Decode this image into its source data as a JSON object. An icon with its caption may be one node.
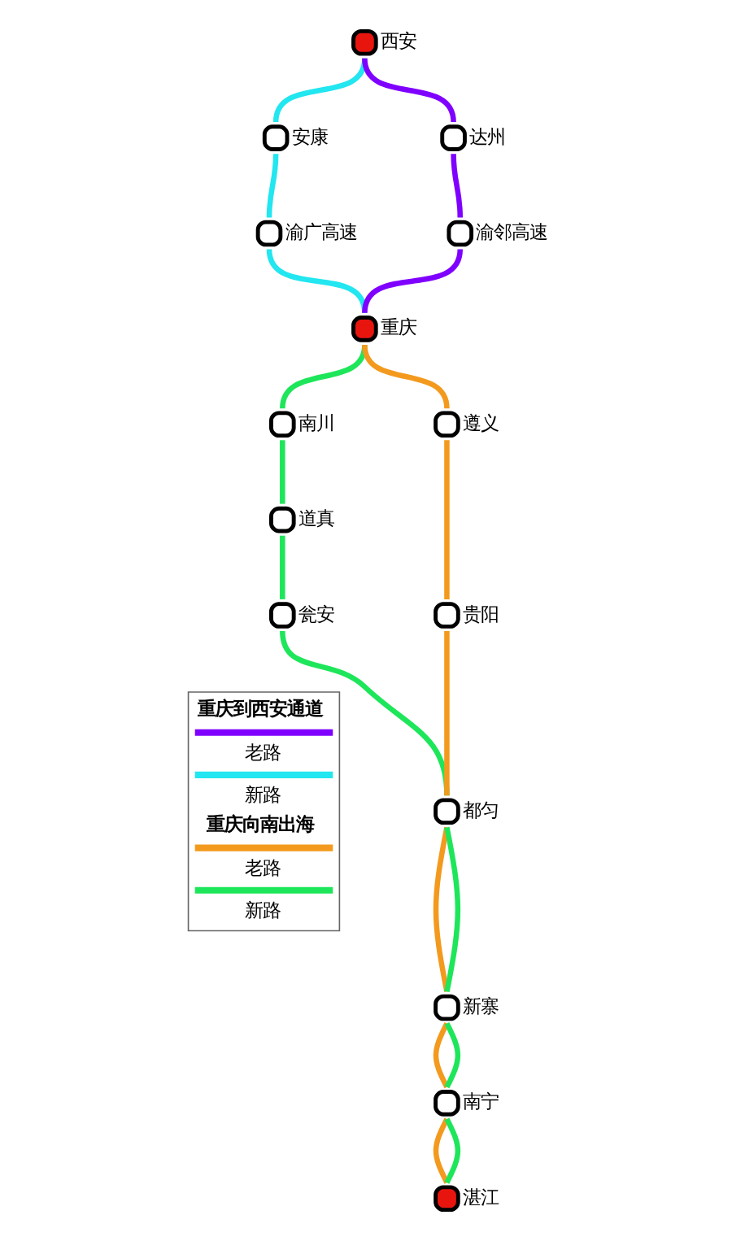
{
  "diagram": {
    "nodes": [
      {
        "text": [
          "西安"
        ]
      },
      {
        "text": [
          "安康"
        ]
      },
      {
        "text": [
          "达州"
        ]
      },
      {
        "text": [
          "渝广高速"
        ]
      },
      {
        "text": [
          "渝邻高速"
        ]
      },
      {
        "text": [
          "重庆"
        ]
      },
      {
        "text": [
          "南川"
        ]
      },
      {
        "text": [
          "道真"
        ]
      },
      {
        "text": [
          "瓮安"
        ]
      },
      {
        "text": [
          "遵义"
        ]
      },
      {
        "text": [
          "贵阳"
        ]
      },
      {
        "text": [
          "都匀"
        ]
      },
      {
        "text": [
          "新寨"
        ]
      },
      {
        "text": [
          "南宁"
        ]
      },
      {
        "text": [
          "湛江"
        ]
      }
    ],
    "edges": [
      {
        "from": 0,
        "to": 2,
        "arrow": "none",
        "color": "#7f00ff"
      },
      {
        "from": 2,
        "to": 4,
        "arrow": "none",
        "color": "#7f00ff"
      },
      {
        "from": 4,
        "to": 5,
        "arrow": "none",
        "color": "#7f00ff"
      },
      {
        "from": 0,
        "to": 1,
        "arrow": "none",
        "color": "#22e6f0"
      },
      {
        "from": 1,
        "to": 3,
        "arrow": "none",
        "color": "#22e6f0"
      },
      {
        "from": 3,
        "to": 5,
        "arrow": "none",
        "color": "#22e6f0"
      },
      {
        "from": 5,
        "to": 9,
        "arrow": "none",
        "color": "#f39a1e"
      },
      {
        "from": 9,
        "to": 10,
        "arrow": "none",
        "color": "#f39a1e"
      },
      {
        "from": 10,
        "to": 11,
        "arrow": "none",
        "color": "#f39a1e"
      },
      {
        "from": 11,
        "to": 12,
        "arrow": "none",
        "color": "#f39a1e"
      },
      {
        "from": 12,
        "to": 13,
        "arrow": "none",
        "color": "#f39a1e"
      },
      {
        "from": 13,
        "to": 14,
        "arrow": "none",
        "color": "#f39a1e"
      },
      {
        "from": 5,
        "to": 6,
        "arrow": "none"
      },
      {
        "from": 6,
        "to": 7,
        "arrow": "none"
      },
      {
        "from": 7,
        "to": 8,
        "arrow": "none"
      },
      {
        "from": 8,
        "to": 11,
        "arrow": "none"
      },
      {
        "from": 11,
        "to": 12,
        "arrow": "none"
      },
      {
        "from": 12,
        "to": 13,
        "arrow": "none"
      },
      {
        "from": 13,
        "to": 14,
        "arrow": "none"
      }
    ],
    "labels": [
      "重庆到西安通道",
      "重庆向南出海"
    ],
    "legend": [
      {
        "text": "老路",
        "color": "#7f00ff"
      },
      {
        "text": "新路",
        "color": "#22e6f0"
      },
      {
        "text": "老路",
        "color": "#f39a1e"
      },
      {
        "text": "新路",
        "color": "#1ee65a"
      }
    ]
  }
}
